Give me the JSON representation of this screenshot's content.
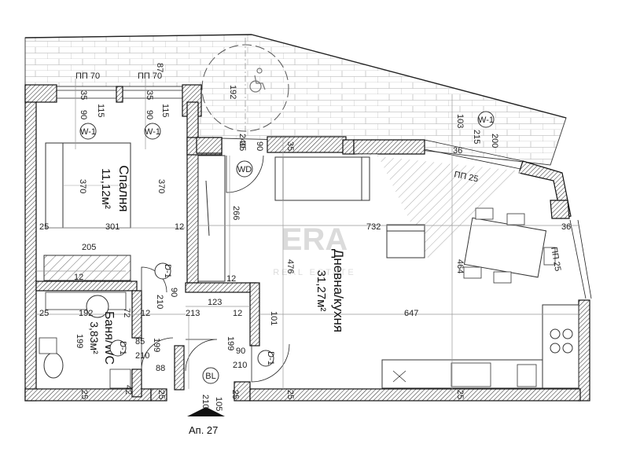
{
  "rooms": {
    "bedroom": {
      "name": "Спалня",
      "area": "11,12м²"
    },
    "living": {
      "name": "Дневна/кухня",
      "area": "31,27м²"
    },
    "bath": {
      "name": "Баня/WC",
      "area": "3,83м²"
    }
  },
  "markers": {
    "w1_a": "W-1",
    "w1_b": "W-1",
    "w1_c": "W-1",
    "d1_a": "D-1",
    "d1_b": "D-1",
    "d1_c": "D-1",
    "wd": "WD",
    "bl": "BL"
  },
  "parapets": {
    "pp70_a": "ПП 70",
    "pp70_b": "ПП 70",
    "pp25_a": "ПП 25",
    "pp25_b": "ПП 25"
  },
  "apartment_label": "Ап. 27",
  "watermark": {
    "brand": "ERA",
    "sub": "REAL ESTATE"
  },
  "dimensions": {
    "d87": "87",
    "d35a": "35",
    "d115a": "115",
    "d90a": "90",
    "d35b": "35",
    "d115b": "115",
    "d90b": "90",
    "d192": "192",
    "d240": "240",
    "d35c": "35",
    "d90c": "90",
    "d35d": "35",
    "d103": "103",
    "d215": "215",
    "d200": "200",
    "d36a": "36",
    "d370a": "370",
    "d370b": "370",
    "d266": "266",
    "d732": "732",
    "d25a": "25",
    "d301": "301",
    "d12a": "12",
    "d36b": "36",
    "d205": "205",
    "d476": "476",
    "d464": "464",
    "d12b": "12",
    "d12c": "12",
    "d90d": "90",
    "d210a": "210",
    "d123": "123",
    "d72": "72",
    "d101": "101",
    "d25b": "25",
    "d192b": "192",
    "d12d": "12",
    "d213": "213",
    "d12e": "12",
    "d647": "647",
    "d199a": "199",
    "d85": "85",
    "d199b": "199",
    "d199c": "199",
    "d90e": "90",
    "d210b": "210",
    "d210c": "210",
    "d88": "88",
    "d42": "42",
    "d25c": "25",
    "d25d": "25",
    "d25e": "25",
    "d25f": "25",
    "d25g": "25",
    "d210d": "210",
    "d105": "105"
  }
}
